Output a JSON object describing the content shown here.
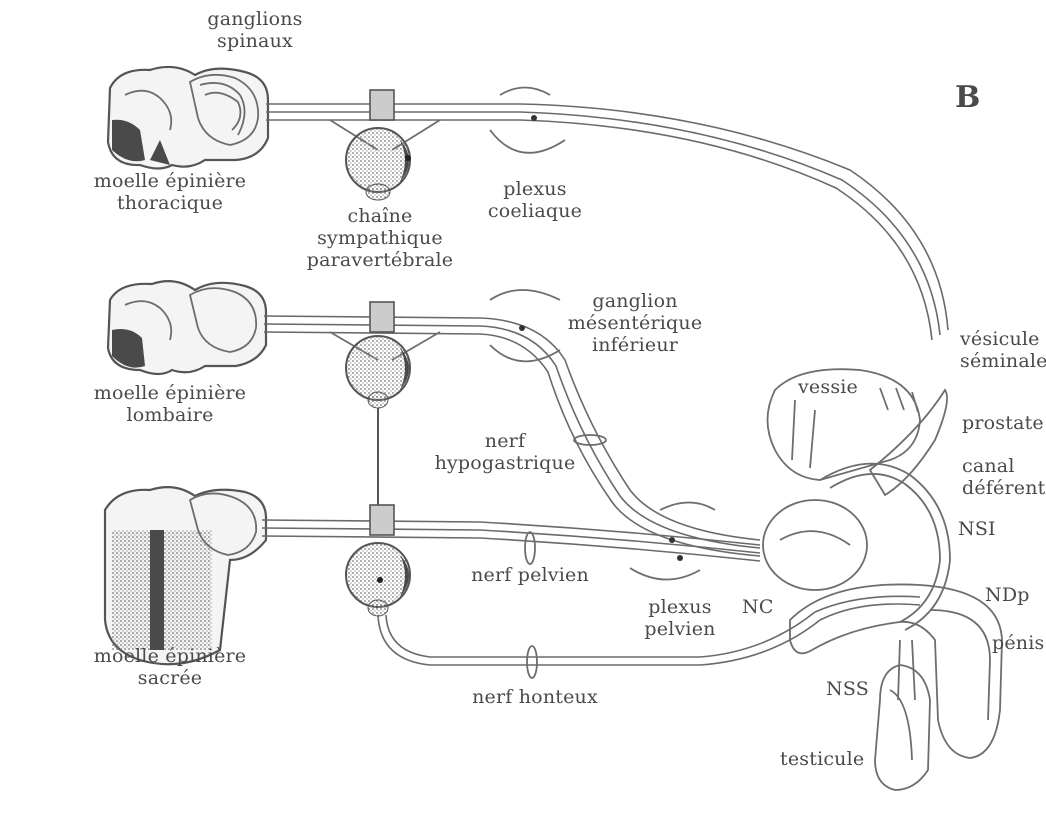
{
  "figure_letter": "B",
  "labels": {
    "ganglions_spinaux_1": "ganglions",
    "ganglions_spinaux_2": "spinaux",
    "thoracique_1": "moelle épinière",
    "thoracique_2": "thoracique",
    "chaine_1": "chaîne",
    "chaine_2": "sympathique",
    "chaine_3": "paravertébrale",
    "coeliaque_1": "plexus",
    "coeliaque_2": "coeliaque",
    "lombaire_1": "moelle épinière",
    "lombaire_2": "lombaire",
    "mesenterique_1": "ganglion",
    "mesenterique_2": "mésentérique",
    "mesenterique_3": "inférieur",
    "hypogastrique_1": "nerf",
    "hypogastrique_2": "hypogastrique",
    "sacree_1": "moelle épinière",
    "sacree_2": "sacrée",
    "pelvien": "nerf pelvien",
    "plexus_pelvien_1": "plexus",
    "plexus_pelvien_2": "pelvien",
    "honteux": "nerf honteux",
    "vessie": "vessie",
    "vesicule_1": "vésicule",
    "vesicule_2": "séminale",
    "prostate": "prostate",
    "canal_1": "canal",
    "canal_2": "déférent",
    "nsi": "NSI",
    "nc": "NC",
    "ndp": "NDp",
    "penis": "pénis",
    "nss": "NSS",
    "testicule": "testicule"
  }
}
